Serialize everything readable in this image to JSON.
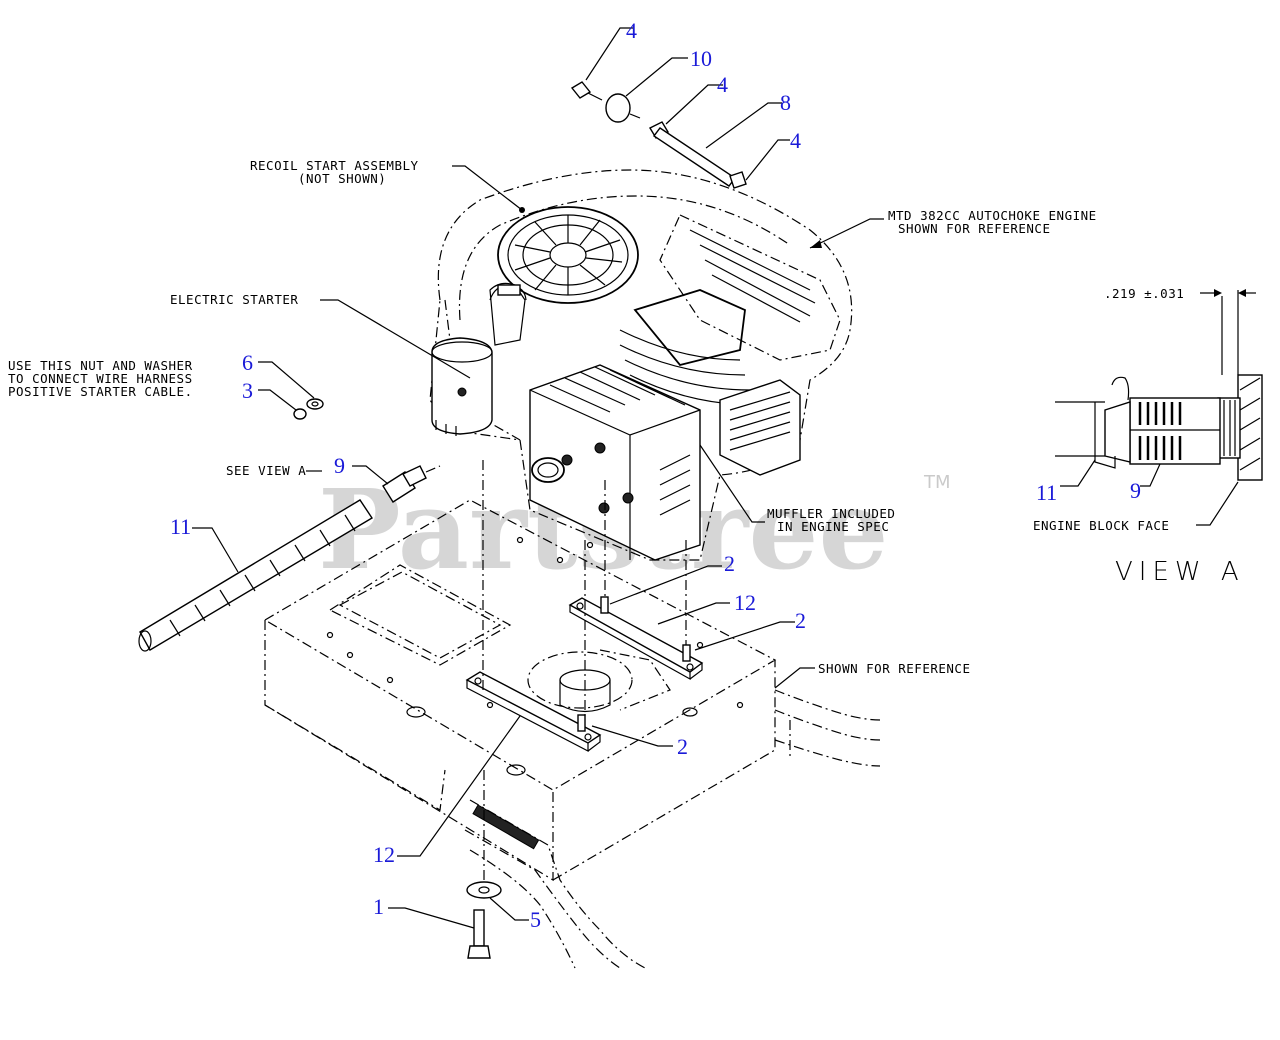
{
  "watermark": {
    "brand": "Partstree",
    "tm": "TM"
  },
  "notes": {
    "recoil_1": "RECOIL START ASSEMBLY",
    "recoil_2": "(NOT SHOWN)",
    "engine_1": "MTD 382CC AUTOCHOKE ENGINE",
    "engine_2": "SHOWN FOR REFERENCE",
    "starter": "ELECTRIC STARTER",
    "nut_1": "USE THIS NUT AND WASHER",
    "nut_2": "TO CONNECT WIRE HARNESS",
    "nut_3": "POSITIVE STARTER CABLE.",
    "see_view": "SEE VIEW A",
    "muffler_1": "MUFFLER INCLUDED",
    "muffler_2": "IN ENGINE SPEC",
    "frame_ref": "SHOWN FOR REFERENCE",
    "dimension": ".219 ±.031",
    "block_face": "ENGINE BLOCK FACE",
    "view_title": "VIEW A"
  },
  "callouts": {
    "c4a": "4",
    "c10": "10",
    "c4b": "4",
    "c8": "8",
    "c4c": "4",
    "c6": "6",
    "c3": "3",
    "c9": "9",
    "c11": "11",
    "c2a": "2",
    "c12a": "12",
    "c2b": "2",
    "c2c": "2",
    "c12b": "12",
    "c1": "1",
    "c5": "5",
    "v11": "11",
    "v9": "9"
  }
}
